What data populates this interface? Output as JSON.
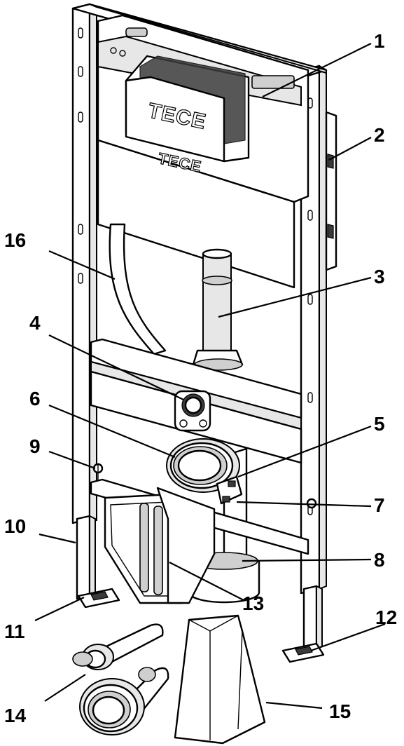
{
  "brand": {
    "front_logo": "TECE",
    "rear_logo": "TECE"
  },
  "callouts": [
    {
      "id": "1",
      "text": "1",
      "part": "cistern"
    },
    {
      "id": "2",
      "text": "2",
      "part": "side-bracket"
    },
    {
      "id": "3",
      "text": "3",
      "part": "flush-pipe"
    },
    {
      "id": "4",
      "text": "4",
      "part": "flush-pipe-connector"
    },
    {
      "id": "5",
      "text": "5",
      "part": "drain-connector"
    },
    {
      "id": "6",
      "text": "6",
      "part": "drain-connector-seal"
    },
    {
      "id": "7",
      "text": "7",
      "part": "drain-pipe-clip"
    },
    {
      "id": "8",
      "text": "8",
      "part": "drain-bend"
    },
    {
      "id": "9",
      "text": "9",
      "part": "wc-mounting-stud"
    },
    {
      "id": "10",
      "text": "10",
      "part": "frame-leg"
    },
    {
      "id": "11",
      "text": "11",
      "part": "floor-fixing-foot-left"
    },
    {
      "id": "12",
      "text": "12",
      "part": "floor-fixing-foot-right"
    },
    {
      "id": "13",
      "text": "13",
      "part": "protective-cap"
    },
    {
      "id": "14",
      "text": "14",
      "part": "connection-set"
    },
    {
      "id": "15",
      "text": "15",
      "part": "building-protection-bag"
    },
    {
      "id": "16",
      "text": "16",
      "part": "electrical-conduit"
    }
  ]
}
